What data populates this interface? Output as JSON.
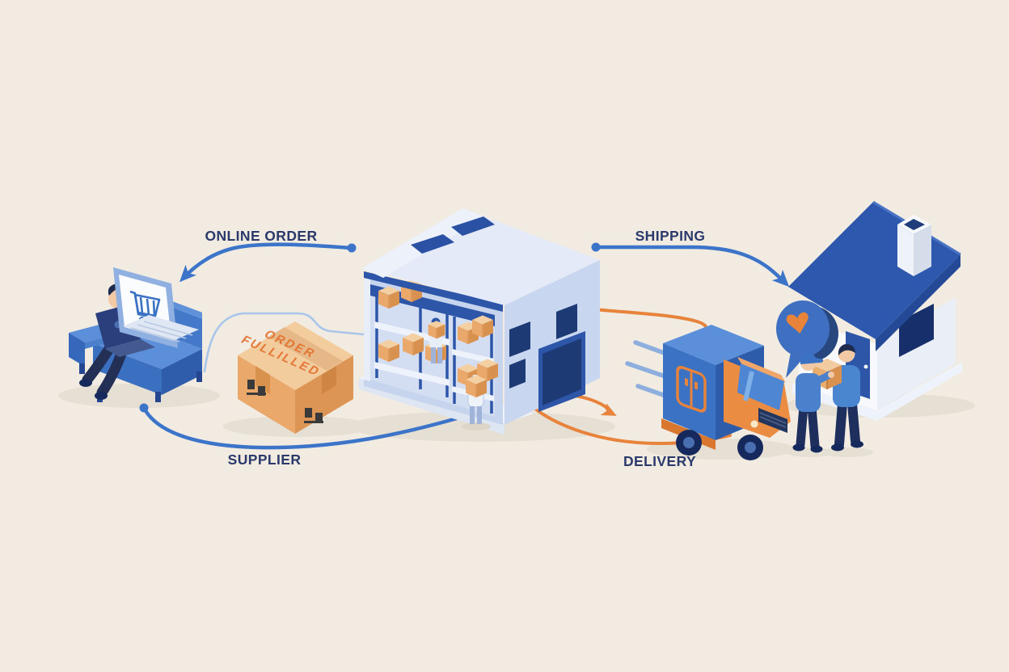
{
  "diagram": {
    "labels": {
      "online_order": "ONLINE ORDER",
      "shipping": "SHIPPING",
      "supplier": "SUPPLIER",
      "delivery": "DELIVERY"
    },
    "package_stamp": {
      "line1": "ORDER",
      "line2": "FULLILLED"
    },
    "icons": {
      "monitor_screen": "shopping-cart-icon",
      "speech_bubble": "heart-icon",
      "truck_side": "parcel-box-icon"
    },
    "colors": {
      "background": "#f1ebe2",
      "flow_blue": "#3b74c9",
      "flow_orange": "#e8833c",
      "label_text": "#2b3a6b",
      "thin_line": "#a9c6ea"
    },
    "stages": [
      "customer-ordering-on-couch",
      "supplier-package",
      "warehouse-fulfillment",
      "shipping-truck",
      "home-delivery"
    ]
  }
}
